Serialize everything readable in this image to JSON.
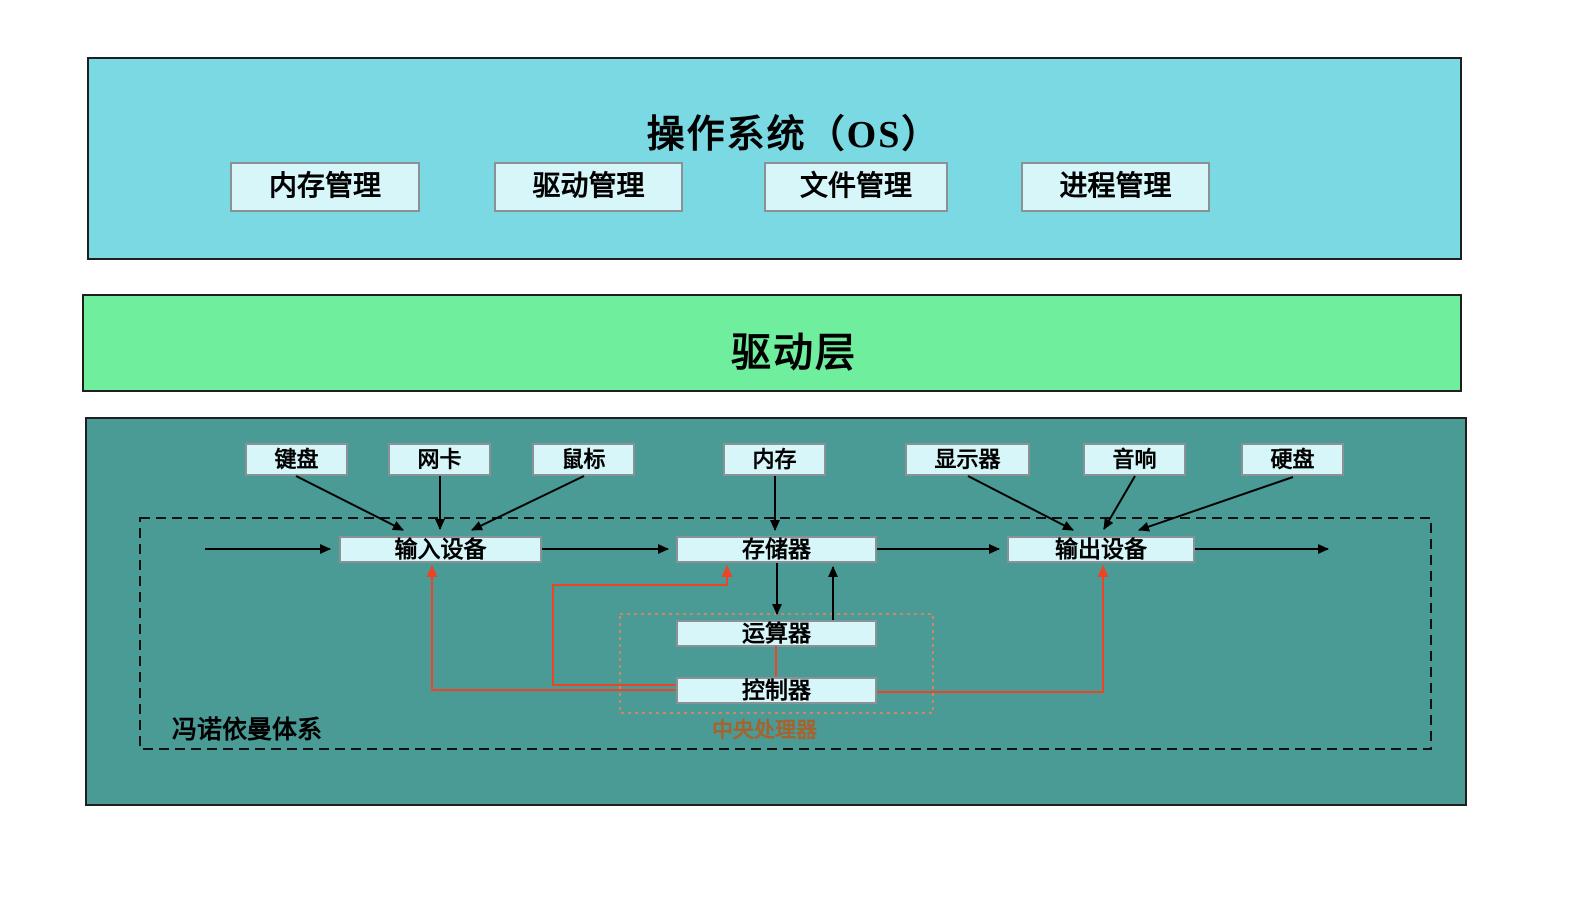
{
  "os_layer": {
    "title": "操作系统（OS）",
    "modules": [
      "内存管理",
      "驱动管理",
      "文件管理",
      "进程管理"
    ]
  },
  "driver_layer": {
    "title": "驱动层"
  },
  "hardware_layer": {
    "devices": [
      "键盘",
      "网卡",
      "鼠标",
      "内存",
      "显示器",
      "音响",
      "硬盘"
    ],
    "units": {
      "input": "输入设备",
      "memory": "存储器",
      "output": "输出设备",
      "alu": "运算器",
      "cu": "控制器"
    },
    "von_neumann_label": "冯诺依曼体系",
    "cpu_label": "中央处理器"
  },
  "colors": {
    "os_panel": "#7ad9e3",
    "driver_panel": "#6fee9d",
    "hardware_panel": "#4a9a96",
    "box_fill": "#d6f6fa",
    "box_border": "#8a9296",
    "panel_border": "#1f1f1f",
    "arrow_black": "#000000",
    "arrow_red": "#ee4325",
    "cpu_dotted_border": "#cc8866",
    "cpu_label_text": "#a8622c"
  }
}
